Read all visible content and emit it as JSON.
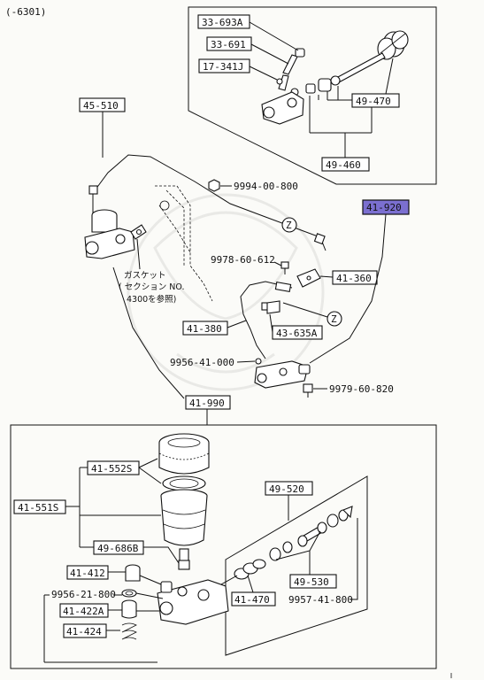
{
  "header_code": "(-6301)",
  "labels": {
    "p_33_693A": "33-693A",
    "p_33_691": "33-691",
    "p_17_341J": "17-341J",
    "p_49_470": "49-470",
    "p_49_460": "49-460",
    "p_45_510": "45-510",
    "p_9994_00_800": "9994-00-800",
    "p_41_920": "41-920",
    "p_9978_60_612": "9978-60-612",
    "p_41_360": "41-360",
    "p_41_380": "41-380",
    "p_43_635A": "43-635A",
    "p_9956_41_000": "9956-41-000",
    "p_9979_60_820": "9979-60-820",
    "p_41_990": "41-990",
    "p_41_552S": "41-552S",
    "p_41_551S": "41-551S",
    "p_49_686B": "49-686B",
    "p_49_520": "49-520",
    "p_41_412": "41-412",
    "p_9956_21_800": "9956-21-800",
    "p_41_422A": "41-422A",
    "p_41_424": "41-424",
    "p_41_470": "41-470",
    "p_49_530": "49-530",
    "p_9957_41_800": "9957-41-800"
  },
  "callouts": {
    "z1": "Z",
    "z2": "Z"
  },
  "note": {
    "line1": "ガスケット",
    "line2": "( セクション  NO.",
    "line3": "4300を参照)"
  },
  "highlight_color": "#7b6fd0"
}
